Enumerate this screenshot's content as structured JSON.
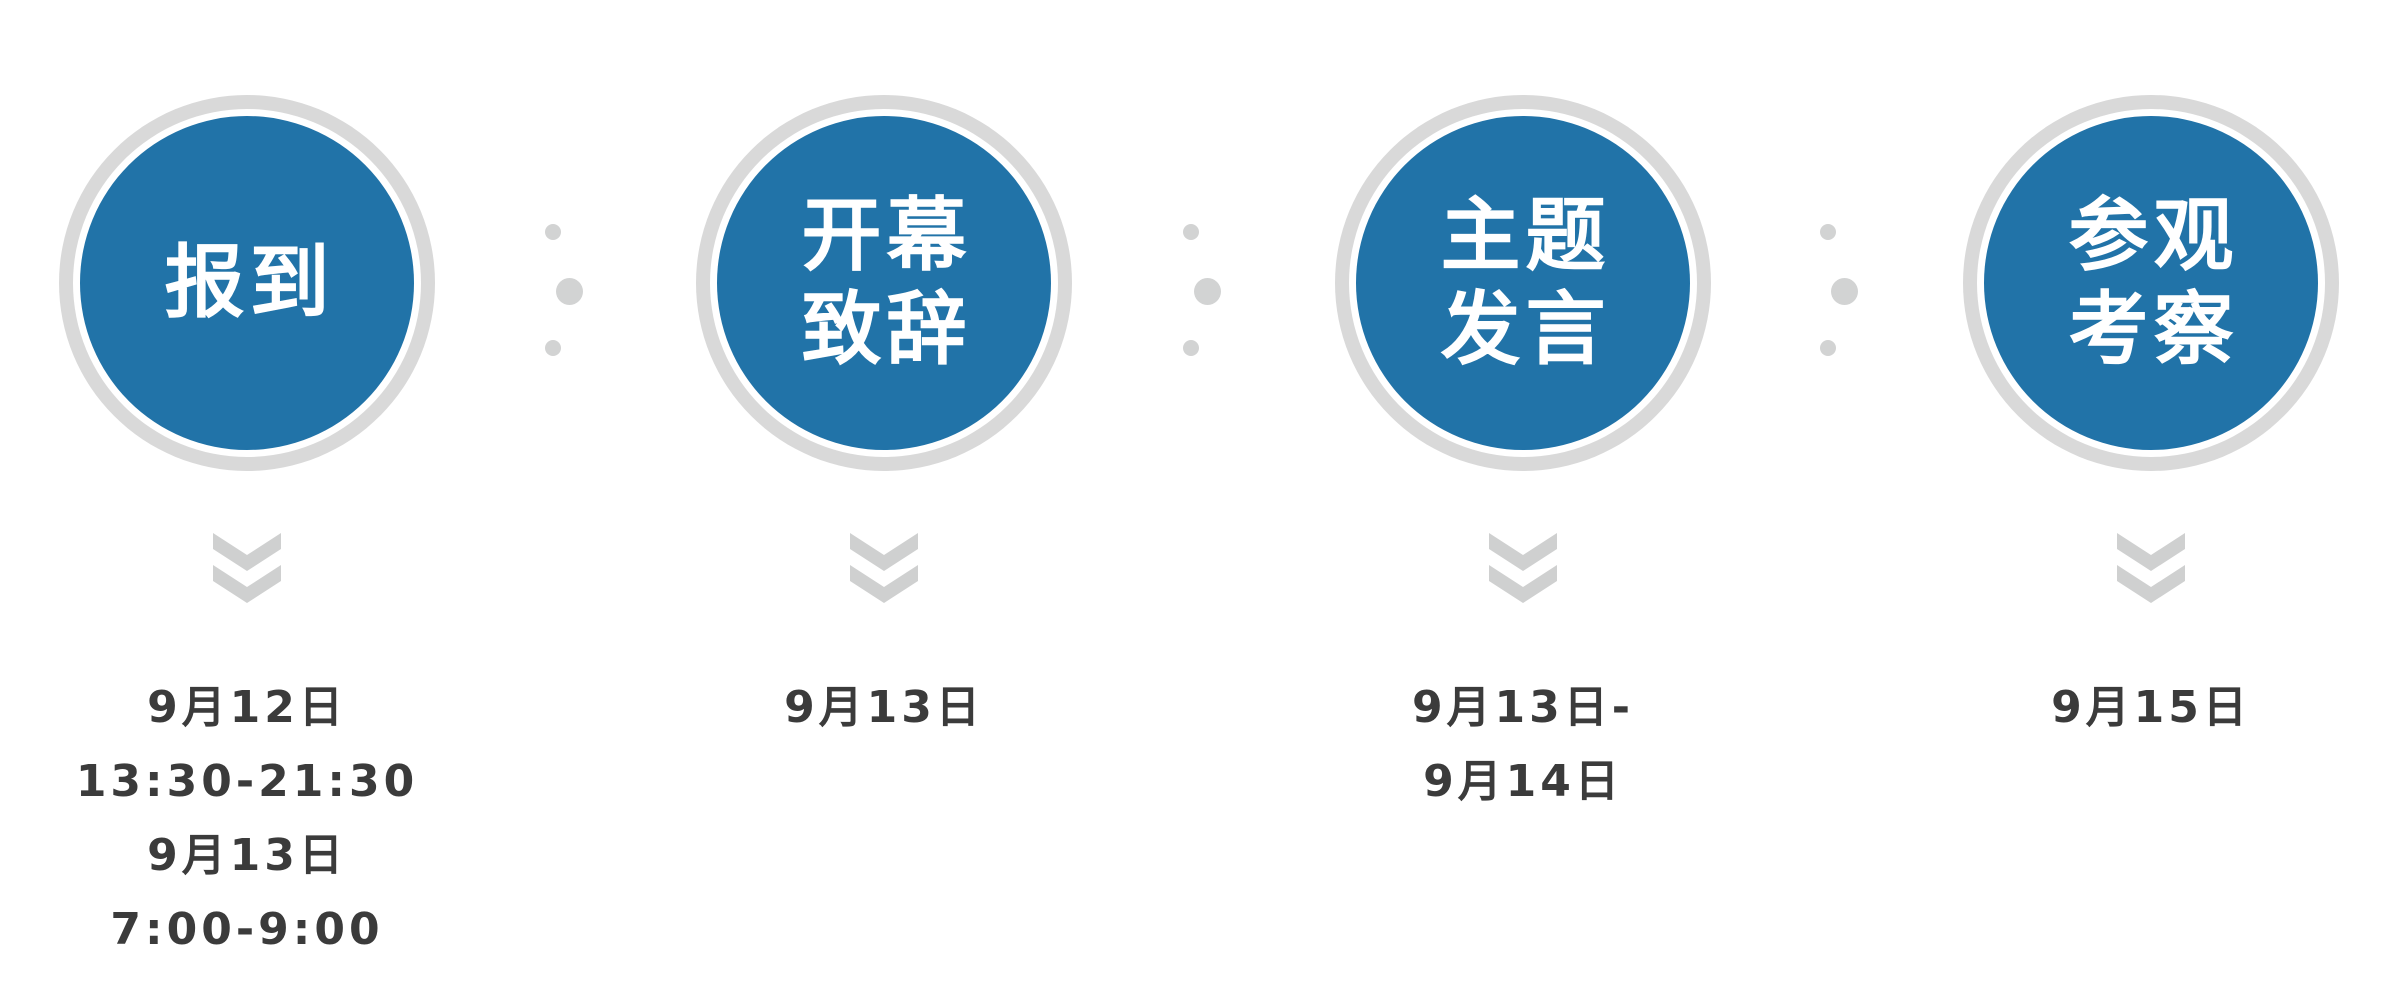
{
  "diagram": {
    "type": "horizontal-process-timeline",
    "colors": {
      "circle_fill": "#2173a8",
      "circle_ring": "#d9d9d9",
      "chevron_gray": "#cfd0d0",
      "dots_gray": "#d2d3d3",
      "date_text": "#3b3b3b",
      "circle_text": "#ffffff",
      "background": "#ffffff"
    },
    "steps": [
      {
        "name": "registration",
        "circle_lines": [
          "报到"
        ],
        "date_lines": [
          "9月12日",
          "13:30-21:30",
          "9月13日",
          "7:00-9:00"
        ]
      },
      {
        "name": "opening-remarks",
        "circle_lines": [
          "开幕",
          "致辞"
        ],
        "date_lines": [
          "9月13日"
        ]
      },
      {
        "name": "keynote-speeches",
        "circle_lines": [
          "主题",
          "发言"
        ],
        "date_lines": [
          "9月13日-",
          "9月14日"
        ]
      },
      {
        "name": "site-visit",
        "circle_lines": [
          "参观",
          "考察"
        ],
        "date_lines": [
          "9月15日"
        ]
      }
    ]
  }
}
